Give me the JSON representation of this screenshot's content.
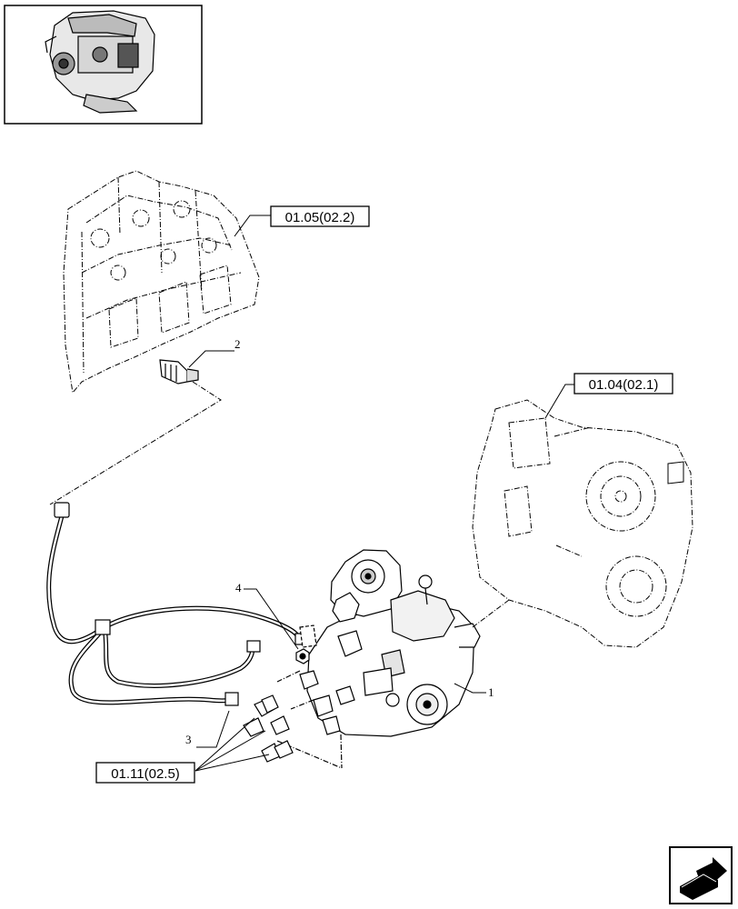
{
  "diagram": {
    "references": {
      "cylinder_head": "01.05(02.2)",
      "timing_cover": "01.04(02.1)",
      "injectors": "01.11(02.5)"
    },
    "callouts": {
      "injection_pump": "1",
      "sensor": "2",
      "wiring_harness": "3",
      "nut": "4"
    },
    "navigation": {
      "thumbnail_icon": "engine-thumbnail-icon",
      "next_page_icon": "next-page-arrow-icon"
    }
  }
}
